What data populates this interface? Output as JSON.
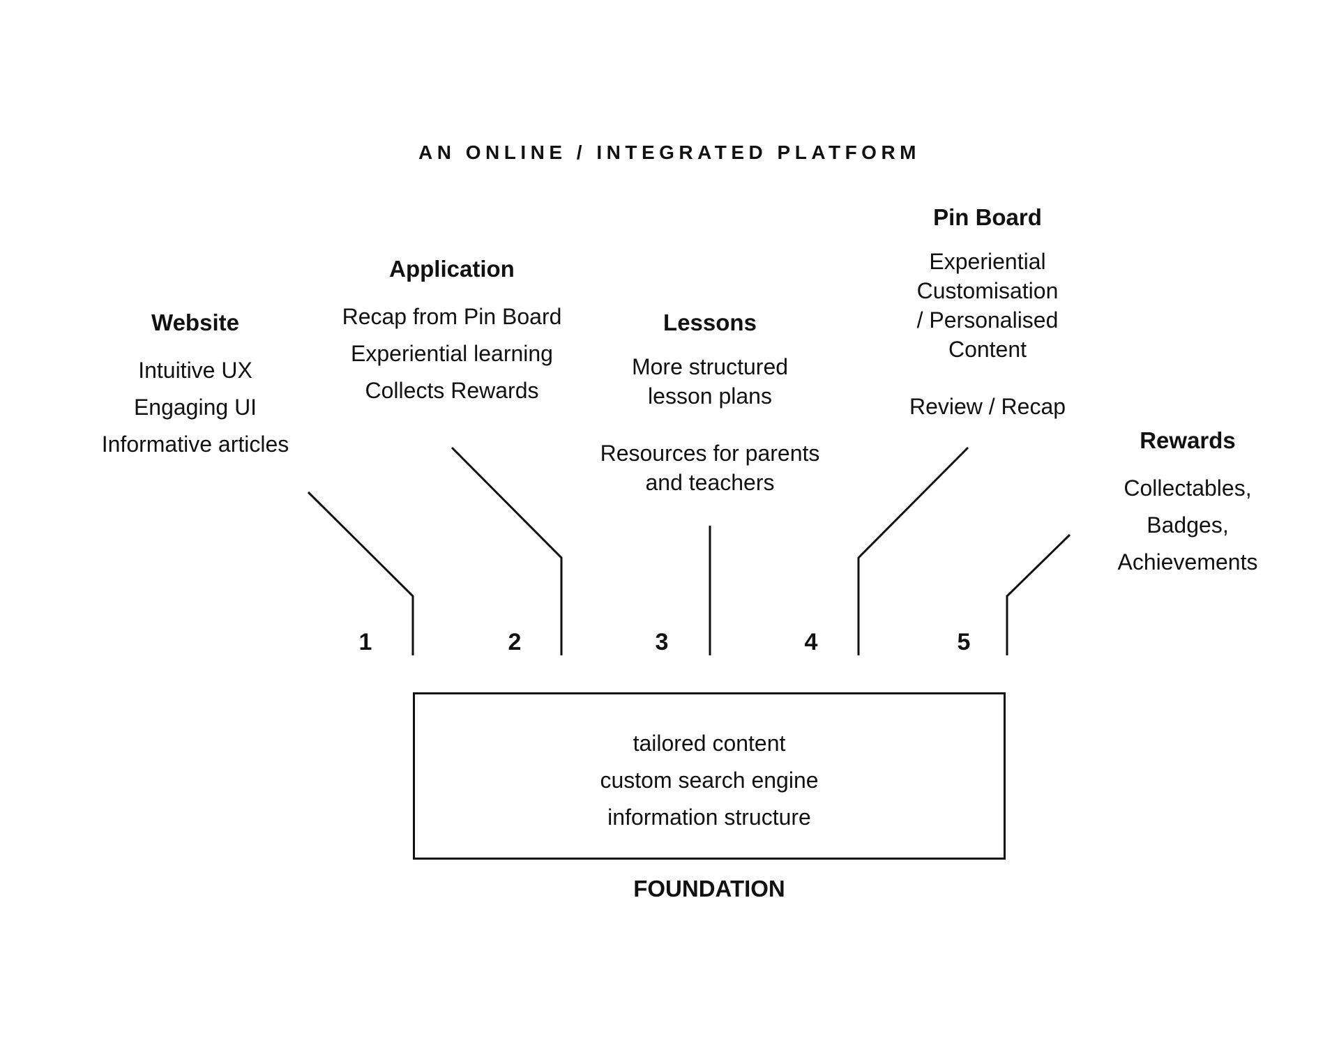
{
  "title": "AN ONLINE / INTEGRATED PLATFORM",
  "pillars": [
    {
      "number": "1",
      "title": "Website",
      "lines": [
        "Intuitive UX",
        "Engaging UI",
        "Informative articles"
      ]
    },
    {
      "number": "2",
      "title": "Application",
      "lines": [
        "Recap from Pin Board",
        "Experiential learning",
        "Collects Rewards"
      ]
    },
    {
      "number": "3",
      "title": "Lessons",
      "blocks": [
        [
          "More structured",
          "lesson plans"
        ],
        [
          "Resources for parents",
          "and teachers"
        ]
      ]
    },
    {
      "number": "4",
      "title": "Pin Board",
      "blocks": [
        [
          "Experiential",
          "Customisation",
          "/ Personalised",
          "Content"
        ],
        [
          "Review / Recap"
        ]
      ]
    },
    {
      "number": "5",
      "title": "Rewards",
      "lines": [
        "Collectables,",
        "Badges,",
        "Achievements"
      ]
    }
  ],
  "foundation": {
    "items": [
      "tailored content",
      "custom search engine",
      "information structure"
    ],
    "label": "FOUNDATION"
  }
}
